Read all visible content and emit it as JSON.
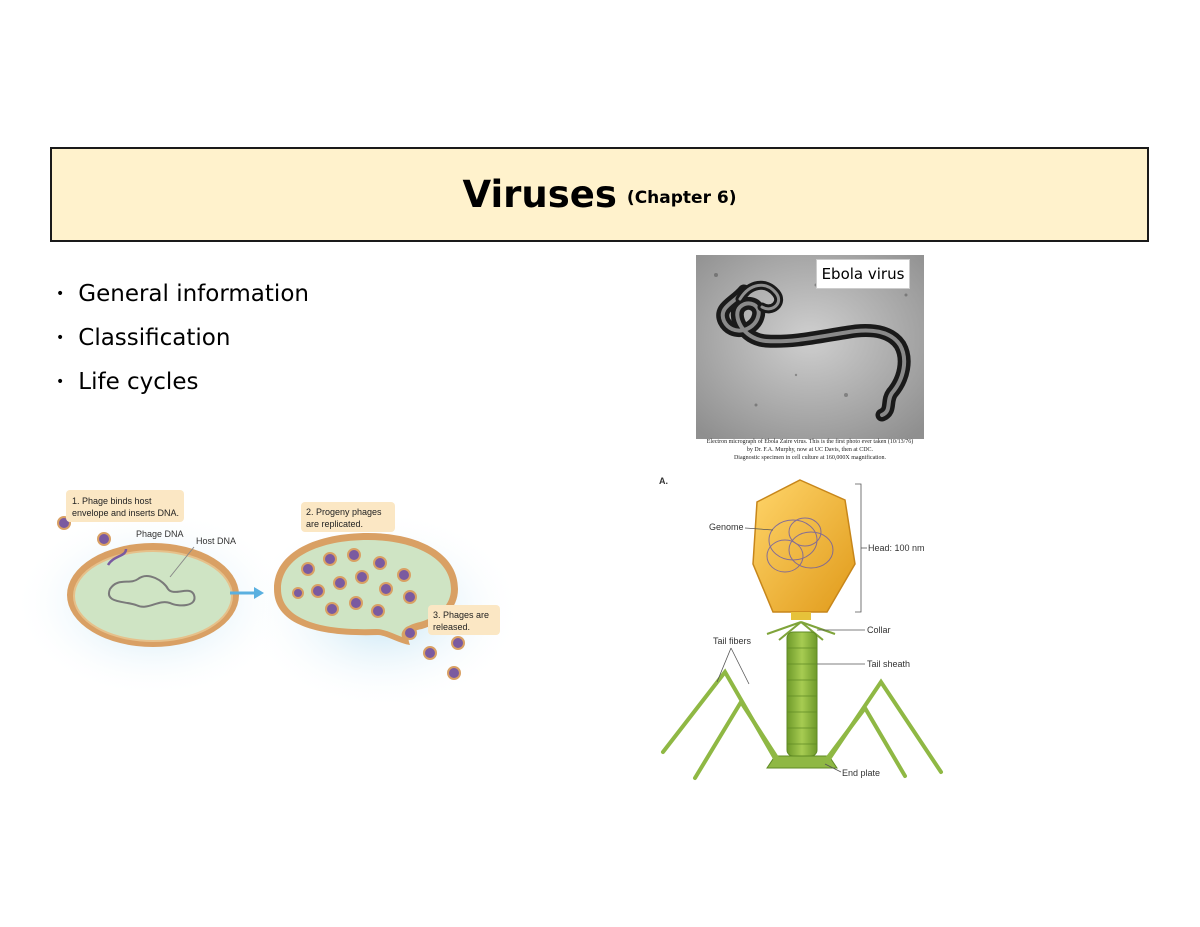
{
  "title": {
    "main": "Viruses",
    "sub": "(Chapter 6)"
  },
  "bullets": [
    "General information",
    "Classification",
    "Life cycles"
  ],
  "ebola": {
    "label": "Ebola virus",
    "caption_lines": [
      "Electron micrograph of Ebola Zaire virus.  This is the first photo ever taken (10/13/76)",
      "by Dr. F.A. Murphy, now at UC Davis, then at CDC.",
      "Diagnostic specimen in cell culture at 160,000X magnification."
    ]
  },
  "lifecycle": {
    "step1_lines": [
      "1. Phage binds host",
      "envelope and inserts DNA."
    ],
    "step2_lines": [
      "2. Progeny phages",
      "are replicated."
    ],
    "step3_lines": [
      "3. Phages are",
      "released."
    ],
    "phage_dna": "Phage DNA",
    "host_dna": "Host DNA"
  },
  "phage": {
    "panel": "A.",
    "genome": "Genome",
    "head": "Head: 100 nm",
    "collar": "Collar",
    "tail_fibers": "Tail fibers",
    "tail_sheath": "Tail sheath",
    "end_plate": "End plate"
  },
  "colors": {
    "title_bg": "#fff2cc",
    "callout_bg": "#fbe7c4",
    "cell_fill": "#cfe4c4",
    "cell_rim": "#d9a064"
  }
}
